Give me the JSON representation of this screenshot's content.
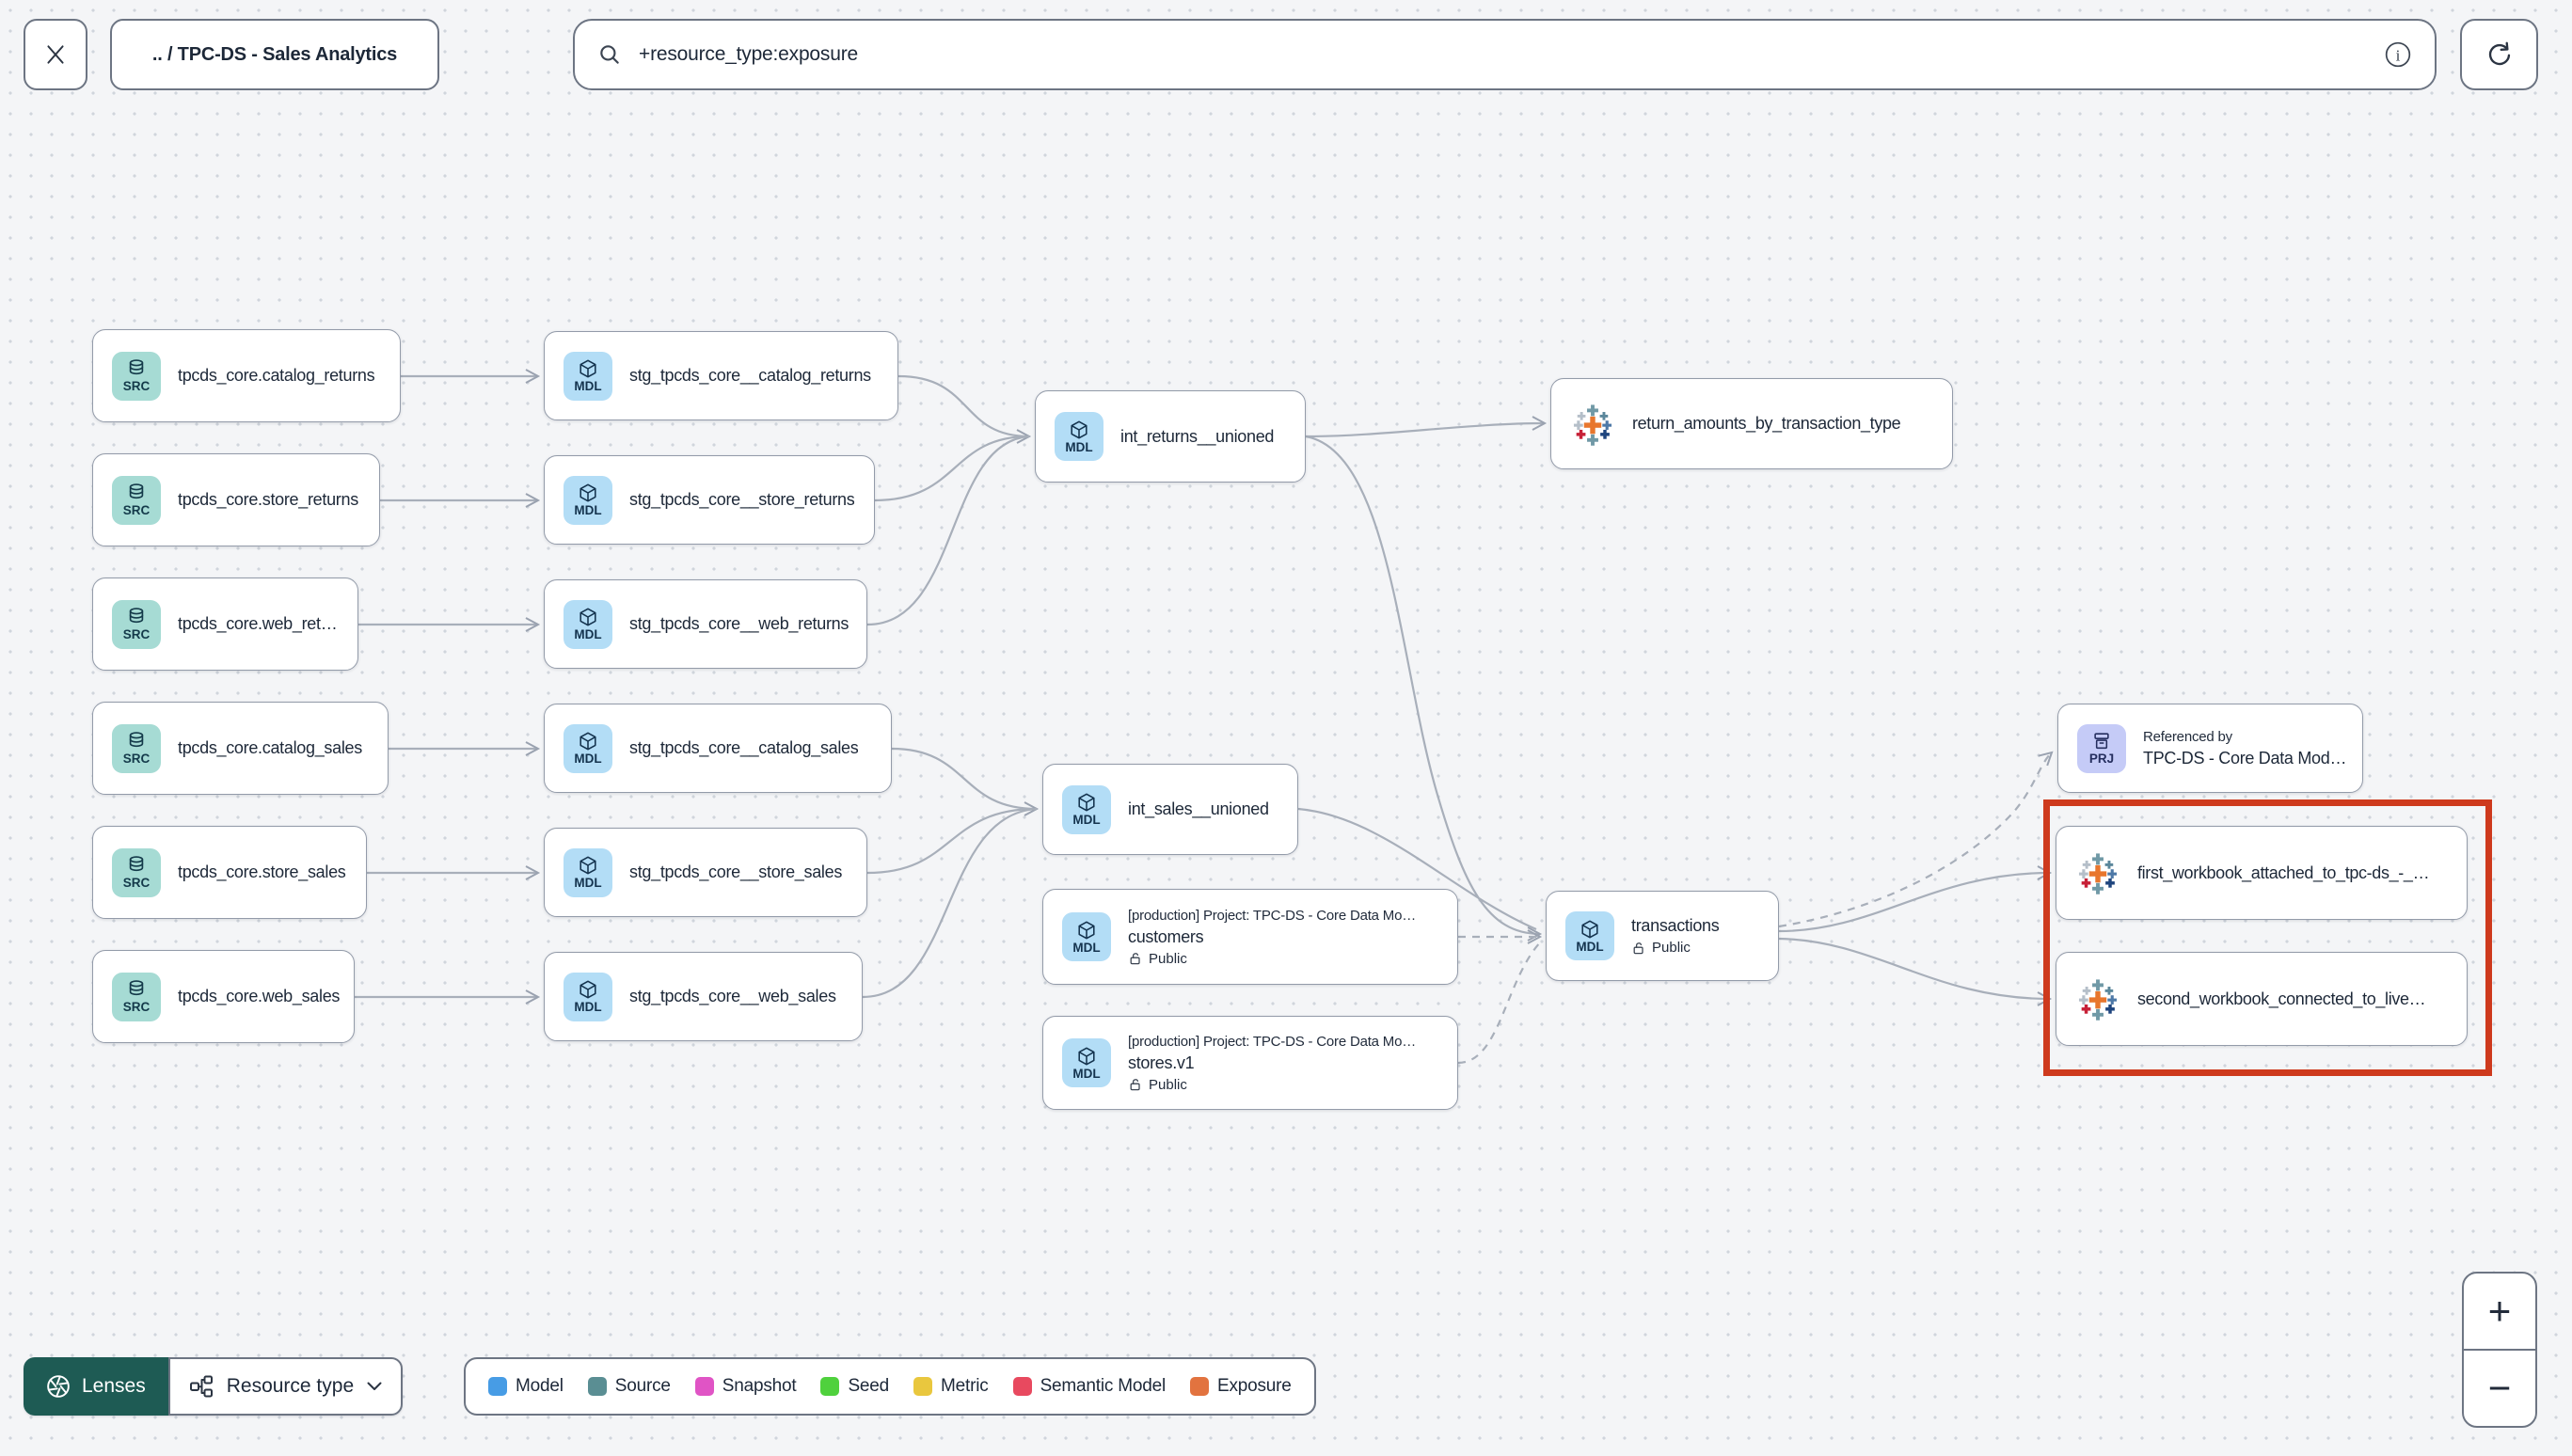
{
  "topbar": {
    "breadcrumb": ".. / TPC-DS - Sales Analytics",
    "search_value": "+resource_type:exposure"
  },
  "badges": {
    "source": "SRC",
    "model": "MDL",
    "project": "PRJ"
  },
  "graph": {
    "nodes": {
      "src_catalog_returns": {
        "label": "tpcds_core.catalog_returns"
      },
      "src_store_returns": {
        "label": "tpcds_core.store_returns"
      },
      "src_web_returns": {
        "label": "tpcds_core.web_returns"
      },
      "src_catalog_sales": {
        "label": "tpcds_core.catalog_sales"
      },
      "src_store_sales": {
        "label": "tpcds_core.store_sales"
      },
      "src_web_sales": {
        "label": "tpcds_core.web_sales"
      },
      "stg_catalog_returns": {
        "label": "stg_tpcds_core__catalog_returns"
      },
      "stg_store_returns": {
        "label": "stg_tpcds_core__store_returns"
      },
      "stg_web_returns": {
        "label": "stg_tpcds_core__web_returns"
      },
      "stg_catalog_sales": {
        "label": "stg_tpcds_core__catalog_sales"
      },
      "stg_store_sales": {
        "label": "stg_tpcds_core__store_sales"
      },
      "stg_web_sales": {
        "label": "stg_tpcds_core__web_sales"
      },
      "int_returns_unioned": {
        "label": "int_returns__unioned"
      },
      "int_sales_unioned": {
        "label": "int_sales__unioned"
      },
      "return_amounts": {
        "label": "return_amounts_by_transaction_type"
      },
      "customers": {
        "project_line": "[production] Project: TPC-DS - Core Data Mo…",
        "label": "customers",
        "visibility": "Public"
      },
      "stores_v1": {
        "project_line": "[production] Project: TPC-DS - Core Data Mo…",
        "label": "stores.v1",
        "visibility": "Public"
      },
      "transactions": {
        "label": "transactions",
        "visibility": "Public"
      },
      "referenced_by": {
        "title": "Referenced by",
        "label": "TPC-DS - Core Data Models"
      },
      "first_workbook": {
        "label": "first_workbook_attached_to_tpc-ds_-_…"
      },
      "second_workbook": {
        "label": "second_workbook_connected_to_live…"
      }
    }
  },
  "legend": {
    "items": [
      {
        "label": "Model",
        "color": "#479ce5"
      },
      {
        "label": "Source",
        "color": "#5a8e93"
      },
      {
        "label": "Snapshot",
        "color": "#e054c5"
      },
      {
        "label": "Seed",
        "color": "#4fd13d"
      },
      {
        "label": "Metric",
        "color": "#e9c73e"
      },
      {
        "label": "Semantic Model",
        "color": "#e8495f"
      },
      {
        "label": "Exposure",
        "color": "#e2733f"
      }
    ]
  },
  "controls": {
    "lenses": "Lenses",
    "resource_type": "Resource type",
    "zoom_in": "+",
    "zoom_out": "−"
  },
  "colors": {
    "highlight": "#ce3a1d",
    "lenses_bg": "#1e5b54"
  }
}
